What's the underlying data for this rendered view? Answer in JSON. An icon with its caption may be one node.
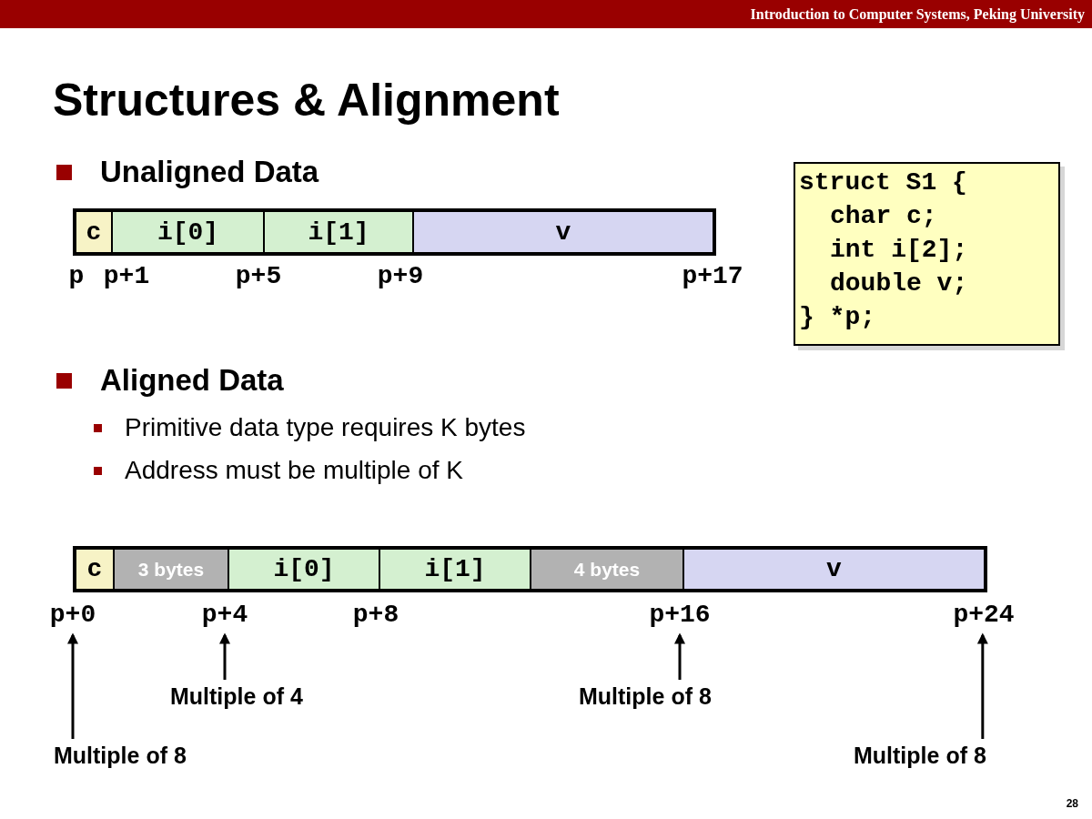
{
  "diagram": {
    "title": "Structures & Alignment",
    "nodes": [
      {
        "text": [
          "c"
        ]
      },
      {
        "text": [
          "i[0]"
        ]
      },
      {
        "text": [
          "i[1]"
        ]
      },
      {
        "text": [
          "v"
        ]
      },
      {
        "text": [
          "struct S1 {",
          "char c;",
          "int i[2];",
          "double v;",
          "} *p;"
        ]
      },
      {
        "text": [
          "c"
        ]
      },
      {
        "text": [
          "3 bytes"
        ]
      },
      {
        "text": [
          "i[0]"
        ]
      },
      {
        "text": [
          "i[1]"
        ]
      },
      {
        "text": [
          "4 bytes"
        ]
      },
      {
        "text": [
          "v"
        ]
      },
      {
        "text": [
          "p+0"
        ]
      },
      {
        "text": [
          "p+4"
        ]
      },
      {
        "text": [
          "p+16"
        ]
      },
      {
        "text": [
          "p+24"
        ]
      },
      {
        "text": [
          "Multiple of 4"
        ]
      },
      {
        "text": [
          "Multiple of 8"
        ]
      },
      {
        "text": [
          "Multiple of 8"
        ]
      },
      {
        "text": [
          "Multiple of 8"
        ]
      }
    ],
    "edges": [
      {
        "from": 17,
        "to": 11,
        "arrow": "to"
      },
      {
        "from": 15,
        "to": 12,
        "arrow": "to"
      },
      {
        "from": 16,
        "to": 13,
        "arrow": "to"
      },
      {
        "from": 18,
        "to": 14,
        "arrow": "to"
      }
    ],
    "labels": [
      "Introduction to Computer Systems, Peking University",
      "Unaligned Data",
      "p",
      "p+1",
      "p+5",
      "p+9",
      "p+17",
      "Aligned Data",
      "Primitive data type requires K bytes",
      "Address must be multiple of K",
      "p+8",
      "28"
    ]
  }
}
